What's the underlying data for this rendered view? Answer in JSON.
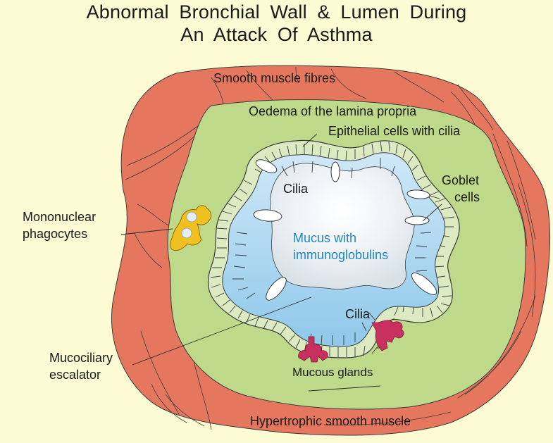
{
  "title": {
    "line1": "Abnormal  Bronchial  Wall &  Lumen  During",
    "line2": "An   Attack  Of  Asthma"
  },
  "labels": {
    "smooth_muscle_fibres": "Smooth muscle fibres",
    "oedema": "Oedema of the lamina propria",
    "epithelial_cells": "Epithelial cells with cilia",
    "cilia_upper": "Cilia",
    "goblet_cells_line1": "Goblet",
    "goblet_cells_line2": "cells",
    "mononuclear_line1": "Mononuclear",
    "mononuclear_line2": "phagocytes",
    "mucus_line1": "Mucus with",
    "mucus_line2": "immunoglobulins",
    "cilia_lower": "Cilia",
    "mucociliary_line1": "Mucociliary",
    "mucociliary_line2": "escalator",
    "mucous_glands": "Mucous glands",
    "hypertrophic_muscle": "Hypertrophic smooth muscle"
  },
  "colors": {
    "background": "#fdfbd3",
    "smooth_muscle": "#e6775f",
    "lamina_propria": "#bfd98a",
    "epithelium": "#dceac2",
    "lumen_mucus": "#9fd0ec",
    "lumen_air": "#f4f6f8",
    "goblet_cell": "#ffffff",
    "mucous_gland": "#c8315f",
    "phagocyte": "#f0c020",
    "mucus_text": "#1f87c9"
  }
}
